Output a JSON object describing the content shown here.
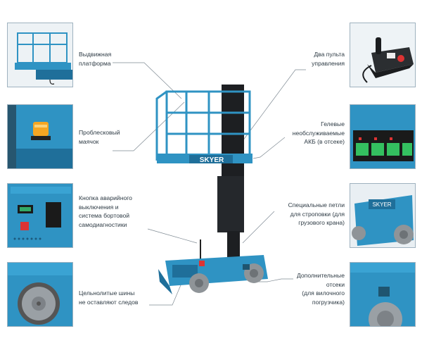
{
  "brand": {
    "name": "SKYER",
    "accent": "#2f93c3",
    "accent_dark": "#1f6f9a",
    "column": "#1d1f22",
    "tire": "#8f9498"
  },
  "features": [
    {
      "id": "platform",
      "lines": [
        "Выдвижная",
        "платформа"
      ],
      "icon": "platform-rail-icon"
    },
    {
      "id": "beacon",
      "lines": [
        "Проблесковый",
        "маячок"
      ],
      "icon": "beacon-icon"
    },
    {
      "id": "emergency",
      "lines": [
        "Кнопка аварийного",
        "выключения и",
        "система бортовой",
        "самодиагностики"
      ],
      "icon": "control-panel-icon"
    },
    {
      "id": "tires",
      "lines": [
        "Цельнолитые шины",
        "не оставляют следов"
      ],
      "icon": "wheel-icon"
    },
    {
      "id": "remotes",
      "lines": [
        "Два пульта",
        "управления"
      ],
      "icon": "joystick-icon"
    },
    {
      "id": "batteries",
      "lines": [
        "Гелевые",
        "необслуживаемые",
        "АКБ (в отсеке)"
      ],
      "icon": "battery-icon"
    },
    {
      "id": "loops",
      "lines": [
        "Специальные петли",
        "для строповки (для",
        "грузового крана)"
      ],
      "icon": "lifting-loop-icon"
    },
    {
      "id": "forklift",
      "lines": [
        "Дополнительные",
        "отсеки",
        "(для вилочного",
        "погрузчика)"
      ],
      "icon": "forklift-pocket-icon"
    }
  ]
}
